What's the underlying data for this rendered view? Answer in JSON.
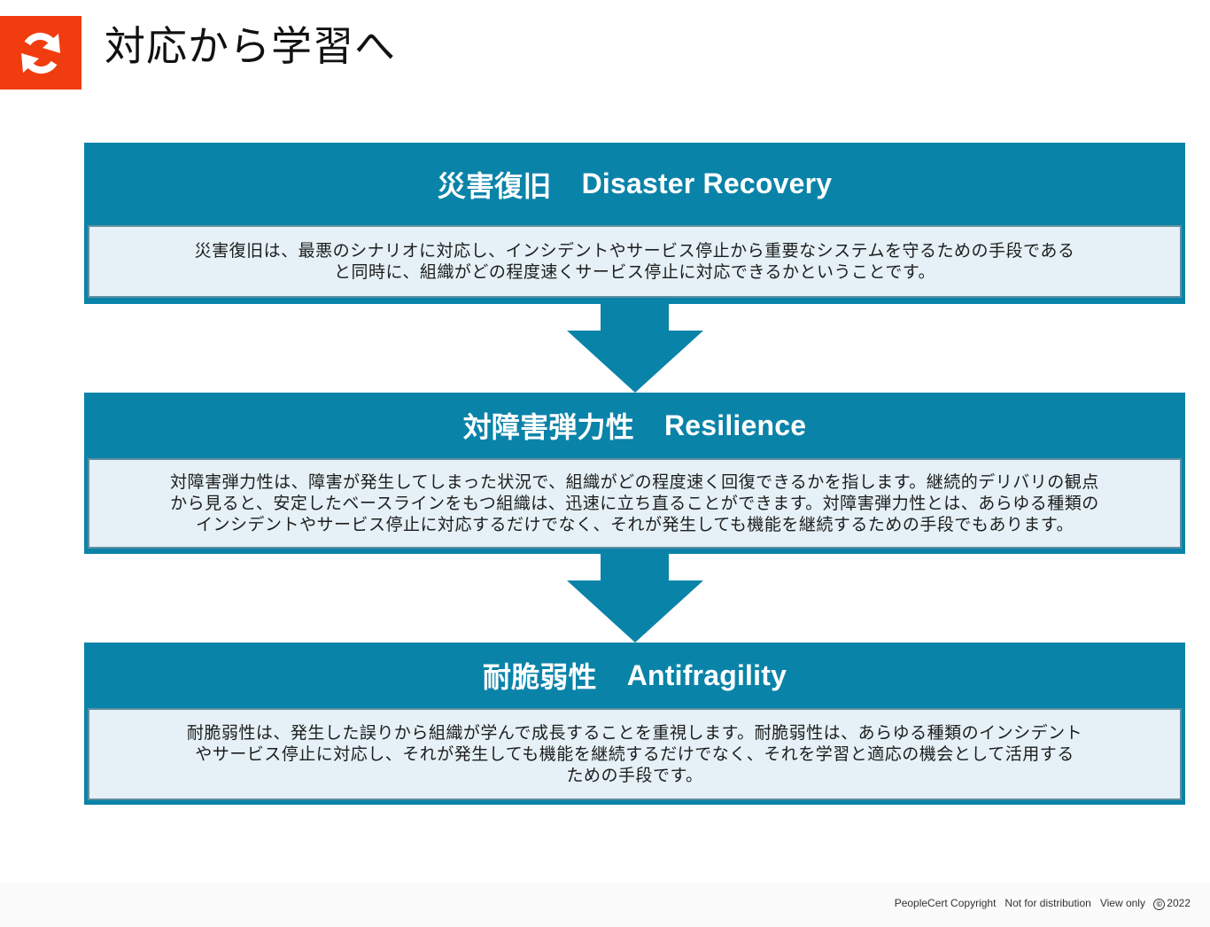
{
  "header": {
    "logo_icon": "refresh-cycle-icon",
    "title": "対応から学習へ"
  },
  "colors": {
    "logo": "#f03c0f",
    "panel": "#0a83a8",
    "panel_body": "#e5f1f6"
  },
  "flow": [
    {
      "title_jp": "災害復旧",
      "title_en": "Disaster Recovery",
      "lines": [
        "災害復旧は、最悪のシナリオに対応し、インシデントやサービス停止から重要なシステムを守るための手段である",
        "と同時に、組織がどの程度速くサービス停止に対応できるかということです。"
      ]
    },
    {
      "title_jp": "対障害弾力性",
      "title_en": "Resilience",
      "lines": [
        "対障害弾力性は、障害が発生してしまった状況で、組織がどの程度速く回復できるかを指します。継続的デリバリの観点",
        "から見ると、安定したベースラインをもつ組織は、迅速に立ち直ることができます。対障害弾力性とは、あらゆる種類の",
        "インシデントやサービス停止に対応するだけでなく、それが発生しても機能を継続するための手段でもあります。"
      ]
    },
    {
      "title_jp": "耐脆弱性",
      "title_en": "Antifragility",
      "lines": [
        "耐脆弱性は、発生した誤りから組織が学んで成長することを重視します。耐脆弱性は、あらゆる種類のインシデント",
        "やサービス停止に対応し、それが発生しても機能を継続するだけでなく、それを学習と適応の機会として活用する",
        "ための手段です。"
      ]
    }
  ],
  "arrows": [
    "arrow-down-icon",
    "arrow-down-icon"
  ],
  "footer": {
    "copyright": "PeopleCert Copyright",
    "distribution": "Not for distribution",
    "view": "View only",
    "symbol": "©",
    "year": "2022"
  }
}
